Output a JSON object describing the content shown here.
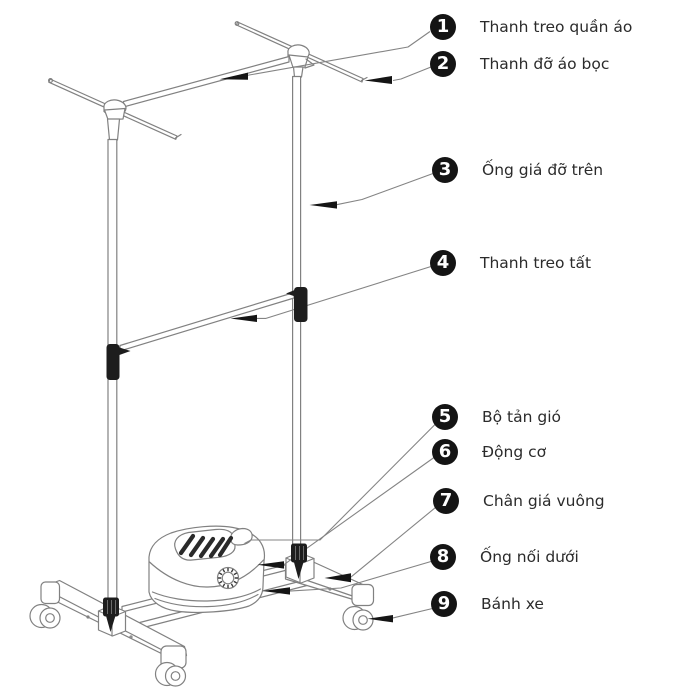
{
  "diagram": {
    "description": "Exploded parts diagram of a wheeled garment drying rack with motor fan unit",
    "callouts": [
      {
        "number": "1",
        "label": "Thanh treo quần áo"
      },
      {
        "number": "2",
        "label": "Thanh đỡ áo bọc"
      },
      {
        "number": "3",
        "label": "Ống giá đỡ trên"
      },
      {
        "number": "4",
        "label": "Thanh treo tất"
      },
      {
        "number": "5",
        "label": "Bộ tản gió"
      },
      {
        "number": "6",
        "label": "Động cơ"
      },
      {
        "number": "7",
        "label": "Chân giá vuông"
      },
      {
        "number": "8",
        "label": "Ống nối dưới"
      },
      {
        "number": "9",
        "label": "Bánh xe"
      }
    ],
    "colors": {
      "line": "#818181",
      "dark": "#1a1a1a",
      "text": "#2b2b2b",
      "background": "#ffffff"
    }
  }
}
